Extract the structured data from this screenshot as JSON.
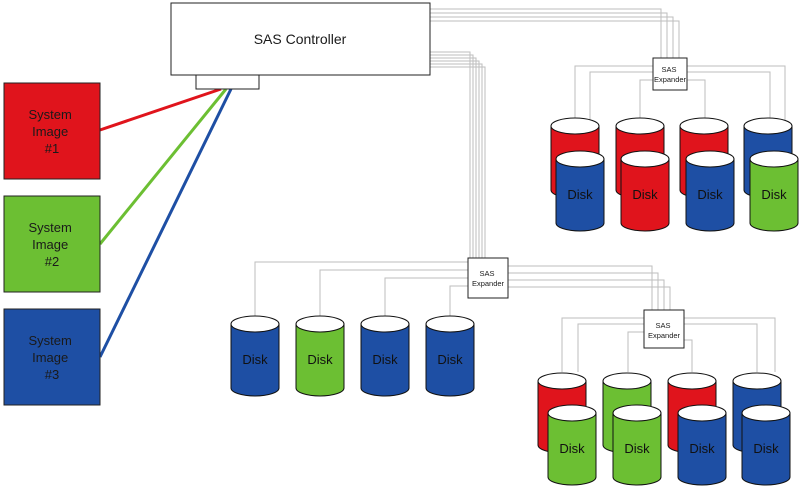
{
  "controller": {
    "label": "SAS Controller"
  },
  "expander": {
    "line1": "SAS",
    "line2": "Expander"
  },
  "system_images": [
    {
      "lines": [
        "System",
        "Image",
        "#1"
      ],
      "color": "#e0141c"
    },
    {
      "lines": [
        "System",
        "Image",
        "#2"
      ],
      "color": "#6cbf33"
    },
    {
      "lines": [
        "System",
        "Image",
        "#3"
      ],
      "color": "#1e4fa4"
    }
  ],
  "disk_label": "Disk",
  "colors": {
    "red": "#e0141c",
    "green": "#6cbf33",
    "blue": "#1e4fa4",
    "wire": "#bdbdbd",
    "outline": "#111111"
  },
  "disk_groups": [
    {
      "name": "top-right",
      "back": [
        "red",
        "red",
        "red",
        "blue"
      ],
      "front": [
        "blue",
        "red",
        "blue",
        "green"
      ]
    },
    {
      "name": "middle",
      "front": [
        "blue",
        "green",
        "blue",
        "blue"
      ]
    },
    {
      "name": "bottom-right",
      "back": [
        "red",
        "green",
        "red",
        "blue"
      ],
      "front": [
        "green",
        "green",
        "blue",
        "blue"
      ]
    }
  ]
}
